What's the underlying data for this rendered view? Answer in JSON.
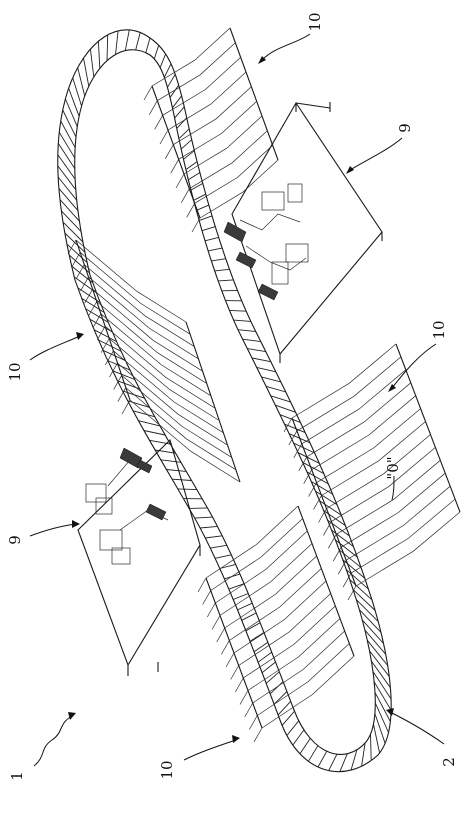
{
  "figure": {
    "callouts": [
      {
        "id": "1",
        "text": "1"
      },
      {
        "id": "2",
        "text": "2"
      },
      {
        "id": "9a",
        "text": "9"
      },
      {
        "id": "9b",
        "text": "9"
      },
      {
        "id": "10a",
        "text": "10"
      },
      {
        "id": "10b",
        "text": "10"
      },
      {
        "id": "10c",
        "text": "10"
      },
      {
        "id": "10d",
        "text": "10"
      },
      {
        "id": "0",
        "text": "\"0\""
      }
    ]
  }
}
